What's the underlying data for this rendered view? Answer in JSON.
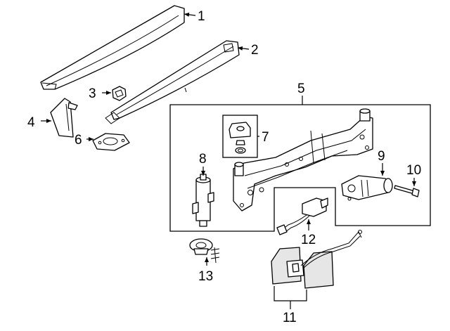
{
  "callouts": {
    "c1": "1",
    "c2": "2",
    "c3": "3",
    "c4": "4",
    "c5": "5",
    "c6": "6",
    "c7": "7",
    "c8": "8",
    "c9": "9",
    "c10": "10",
    "c11": "11",
    "c12": "12",
    "c13": "13"
  },
  "colors": {
    "line": "#000000",
    "background": "#ffffff",
    "part_fill": "#ffffff",
    "shade_fill": "#e6e6e6"
  }
}
